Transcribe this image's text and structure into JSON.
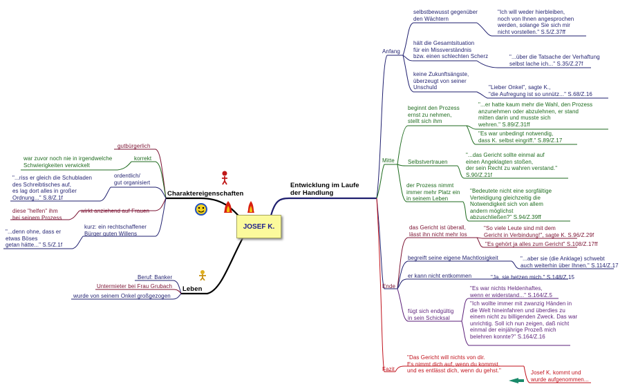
{
  "central": "JOSEF K.",
  "main_branches": {
    "entwicklung": "Entwicklung im Laufe\nder Handlung",
    "charakter": "Charaktereigenschaften",
    "leben": "Leben"
  },
  "entwicklung": {
    "anfang": {
      "label": "Anfang",
      "items": [
        {
          "topic": "selbstbewusst gegenüber\nden Wächtern",
          "quote": "\"Ich will weder hierbleiben,\nnoch von Ihnen angesprochen\nwerden, solange Sie sich mir\nnicht vorstellen.\" S.5/Z.37ff"
        },
        {
          "topic": "hält die Gesamtsituation\nfür ein Missverständnis\nbzw. einen schlechten Scherz",
          "quote": "\"...über die Tatsache der Verhaftung\nselbst lache ich...\" S.35/Z.27f"
        },
        {
          "topic": "keine Zukunftsängste,\nüberzeugt von seiner\nUnschuld",
          "quote": "\"Lieber Onkel\", sagte K.,\n\"die Aufregung ist so unnütz...\" S.68/Z.16"
        }
      ]
    },
    "mitte": {
      "label": "Mitte",
      "items": [
        {
          "topic": "beginnt den Prozess\nernst zu nehmen,\nstellt sich ihm",
          "quotes": [
            "\"...er hatte kaum mehr die Wahl, den Prozess\nanzunehmen oder abzulehnen, er stand\nmitten darin und musste sich\nwehren.\" S.89/Z.31ff",
            "\"Es war unbedingt notwendig,\ndass K. selbst eingriff.\" S.89/Z.17"
          ]
        },
        {
          "topic": "Selbstvertrauen",
          "quote": "\"...das Gericht sollte einmal auf\neinen Angeklagten stoßen,\nder sein Recht zu wahren verstand.\"\nS.90/Z.21f"
        },
        {
          "topic": "der Prozess nimmt\nimmer mehr Platz ein\nin seinem Leben",
          "quote": "\"Bedeutete nicht eine sorgfältige\nVerteidigung gleichzeitig die\nNotwendigkeit sich von allem\nandern möglichst\nabzuschließen?\" S.94/Z.39ff"
        }
      ]
    },
    "ende": {
      "label": "Ende",
      "items": [
        {
          "topic": "das Gericht ist überall,\nlässt ihn nicht mehr los",
          "quotes": [
            "\"So viele Leute sind mit dem\nGericht in Verbindung!\", sagte K. S.96/Z.29f",
            "\"Es gehört ja alles zum Gericht\" S.108/Z.17ff"
          ]
        },
        {
          "topic": "begreift seine eigene Machtlosigkeit",
          "quote": "\"...aber sie (die Anklage) schwebt\nauch weiterhin über Ihnen.\" S.114/Z.17"
        },
        {
          "topic": "er kann nicht entkommen",
          "quote": "\"Ja, sie hetzen mich.\" S.148/Z.15"
        },
        {
          "topic": "fügt sich endgültig\nin sein Schicksal",
          "quotes": [
            "\"Es war nichts Heldenhaftes,\nwenn er widerstand...\" S.164/Z.5",
            "\"Ich wollte immer mit zwanzig Händen in\ndie Welt hineinfahren und überdies zu\neinem nicht zu billigenden Zweck. Das war\nunrichtig. Soll ich nun zeigen, daß nicht\neinmal der einjährige Prozeß mich\nbelehren konnte?\" S.164/Z.16"
          ]
        }
      ]
    },
    "fazit": {
      "label": "Fazit",
      "quote": "\"Das Gericht will nichts von dir.\nEs nimmt dich auf, wenn du kommst,\nund es entlässt dich, wenn du gehst.\"",
      "note": "Josef K. kommt und\nwurde aufgenommen..."
    }
  },
  "charakter": [
    {
      "label": "gutbürgerlich"
    },
    {
      "label": "korrekt",
      "quote": "war zuvor noch nie in irgendwelche\nSchwierigkeiten verwickelt"
    },
    {
      "label": "ordentlich/\ngut organisiert",
      "quote": "\"...riss er gleich die Schubladen\ndes Schreibtisches auf,\nes lag dort alles in großer\nOrdnung...\" S.8/Z.1f"
    },
    {
      "label": "wirkt anziehend auf Frauen",
      "quote": "diese \"helfen\" ihm\nbei seinem Prozess"
    },
    {
      "label": "kurz: ein rechtschaffener\nBürger guten Willens",
      "quote": "\"...denn ohne, dass er\netwas Böses\ngetan hätte...\" S.5/Z.1f"
    }
  ],
  "leben": [
    "Beruf: Banker",
    "Untermieter bei Frau Grubach",
    "wurde von seinem Onkel großgezogen"
  ],
  "colors": {
    "navy": "#1e1e6e",
    "green": "#1c6a1c",
    "maroon": "#7a1030",
    "red": "#c0101a",
    "purple": "#5a1e78",
    "central_fill": "#fbfa9c"
  },
  "icons": [
    "thinking-person-icon",
    "smiley-icon",
    "flame-icon",
    "money-person-icon",
    "arrow-icon"
  ]
}
